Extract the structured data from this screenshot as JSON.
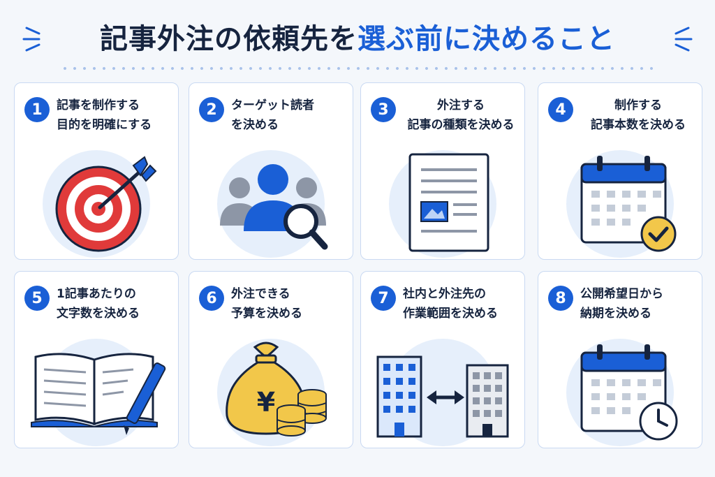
{
  "title": {
    "main": "記事外注の依頼先を",
    "accent": "選ぶ前に決めること"
  },
  "colors": {
    "accent": "#1a5fd6",
    "text": "#16243f",
    "card_border": "#c9d9f2",
    "icon_bg": "#e6effb",
    "target_red": "#e03a3a",
    "coin_gold": "#f2c74a"
  },
  "cards": [
    {
      "number": "1",
      "lines": [
        "記事を制作する",
        "目的を明確にする"
      ],
      "icon": "target-icon"
    },
    {
      "number": "2",
      "lines": [
        "ターゲット読者",
        "を決める"
      ],
      "icon": "audience-search-icon"
    },
    {
      "number": "3",
      "lines": [
        "外注する",
        "記事の種類を決める"
      ],
      "icon": "article-document-icon"
    },
    {
      "number": "4",
      "lines": [
        "制作する",
        "記事本数を決める"
      ],
      "icon": "calendar-check-icon"
    },
    {
      "number": "5",
      "lines": [
        "1記事あたりの",
        "文字数を決める"
      ],
      "icon": "book-pen-icon"
    },
    {
      "number": "6",
      "lines": [
        "外注できる",
        "予算を決める"
      ],
      "icon": "money-bag-yen-icon"
    },
    {
      "number": "7",
      "lines": [
        "社内と外注先の",
        "作業範囲を決める"
      ],
      "icon": "buildings-exchange-icon"
    },
    {
      "number": "8",
      "lines": [
        "公開希望日から",
        "納期を決める"
      ],
      "icon": "calendar-clock-icon"
    }
  ]
}
